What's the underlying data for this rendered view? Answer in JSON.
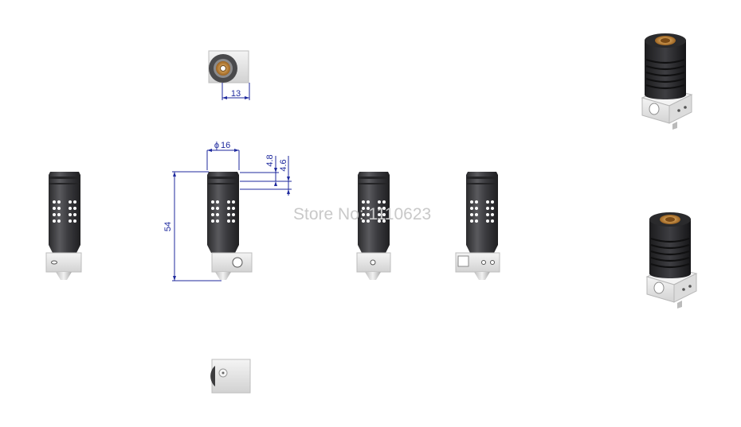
{
  "dimensions": {
    "width_across_flats": "13",
    "diameter": "16",
    "diameter_symbol": "ϕ",
    "total_length": "54",
    "upper_gap": "4.8",
    "lower_gap": "4.6"
  },
  "watermark": "Store No: 1110623",
  "colors": {
    "dimension_line": "#1f2a9e",
    "heatsink": "#3b3b3d",
    "heater_block": "#e6e6e6",
    "throat_insert": "#c98a3a",
    "watermark": "#c9c9c9"
  }
}
